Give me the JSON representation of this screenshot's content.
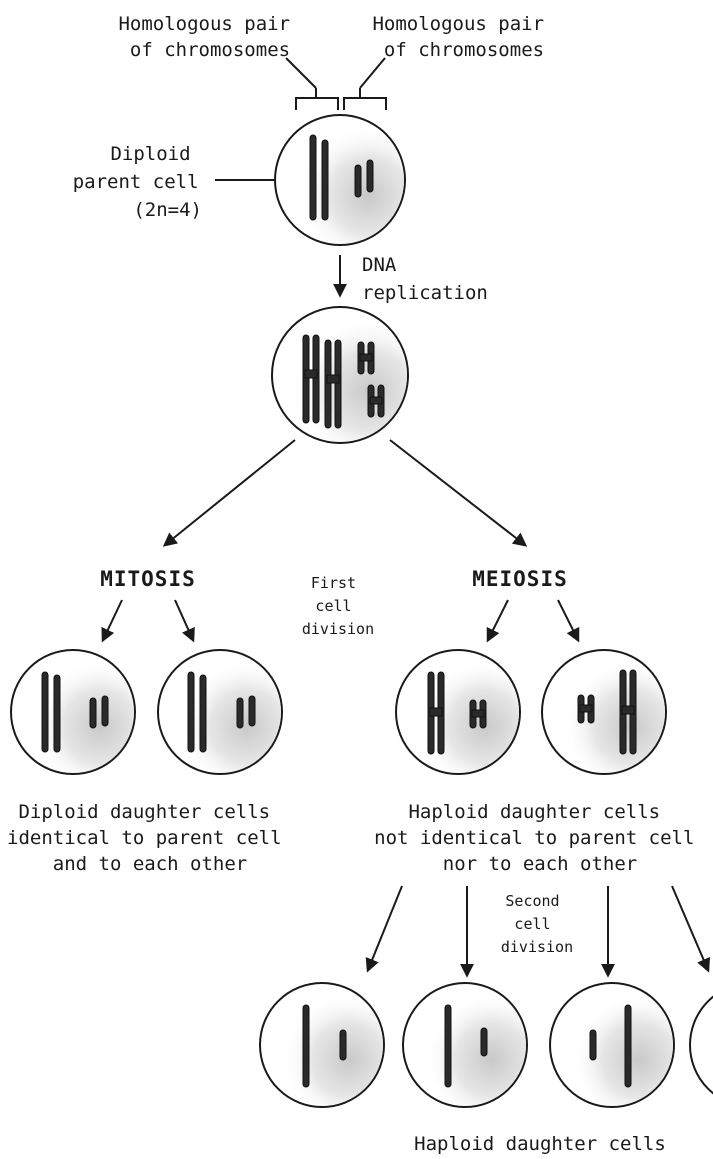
{
  "labels": {
    "homologous_left": [
      "Homologous pair",
      "of chromosomes"
    ],
    "homologous_right": [
      "Homologous pair",
      "of chromosomes"
    ],
    "diploid_parent": [
      "Diploid",
      "parent cell",
      "(2n=4)"
    ],
    "dna_replication": [
      "DNA",
      "replication"
    ],
    "mitosis": "MITOSIS",
    "meiosis": "MEIOSIS",
    "first_division": [
      "First",
      "cell",
      "division"
    ],
    "diploid_daughters": [
      "Diploid daughter cells",
      "identical to parent cell",
      "and to each other"
    ],
    "haploid_daughters_1": [
      "Haploid daughter cells",
      "not identical to parent cell",
      "nor to each other"
    ],
    "second_division": [
      "Second",
      "cell",
      "division"
    ],
    "haploid_daughters_2": "Haploid daughter cells"
  },
  "colors": {
    "ink": "#1a1a1a",
    "chromosome": "#2a2a2a",
    "shade": "#d9d9d9"
  }
}
